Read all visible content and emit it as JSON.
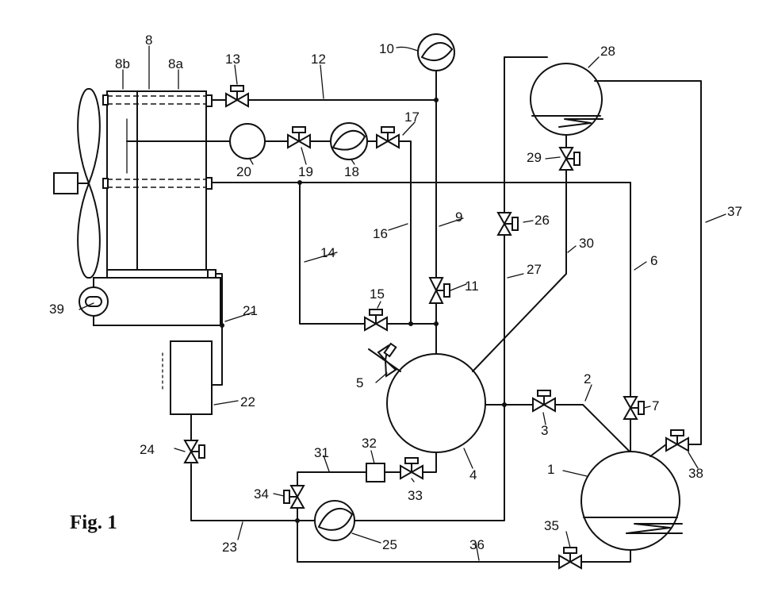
{
  "figure": {
    "caption": "Fig. 1"
  },
  "labels": {
    "l1": "1",
    "l2": "2",
    "l3": "3",
    "l4": "4",
    "l5": "5",
    "l6": "6",
    "l7": "7",
    "l8": "8",
    "l8a": "8a",
    "l8b": "8b",
    "l9": "9",
    "l10": "10",
    "l11": "11",
    "l12": "12",
    "l13": "13",
    "l14": "14",
    "l15": "15",
    "l16": "16",
    "l17": "17",
    "l18": "18",
    "l19": "19",
    "l20": "20",
    "l21": "21",
    "l22": "22",
    "l23": "23",
    "l24": "24",
    "l25": "25",
    "l26": "26",
    "l27": "27",
    "l28": "28",
    "l29": "29",
    "l30": "30",
    "l31": "31",
    "l32": "32",
    "l33": "33",
    "l34": "34",
    "l35": "35",
    "l36": "36",
    "l37": "37",
    "l38": "38",
    "l39": "39"
  }
}
